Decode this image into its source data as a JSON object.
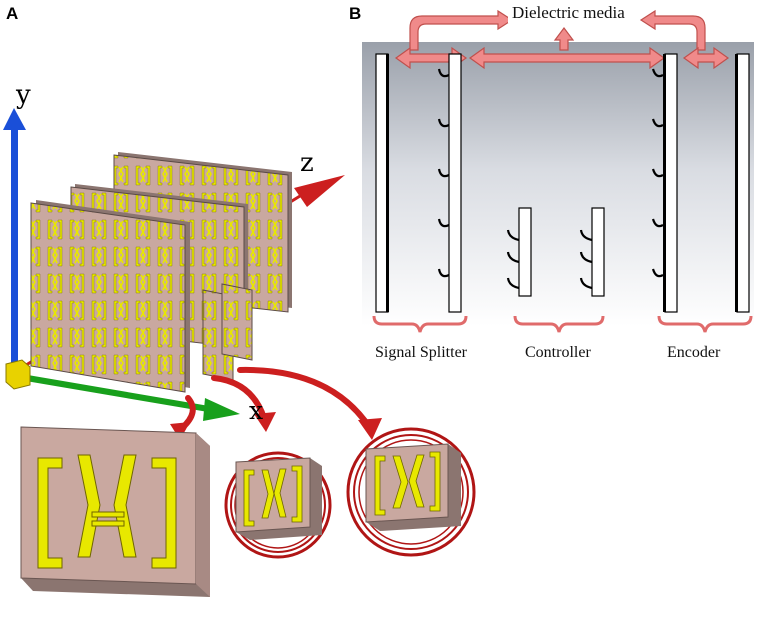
{
  "panels": {
    "a": {
      "letter": "A"
    },
    "b": {
      "letter": "B"
    }
  },
  "axes": {
    "y": "y",
    "z": "z",
    "x": "x"
  },
  "labels": {
    "dielectric": "Dielectric media",
    "signal_splitter": "Signal Splitter",
    "controller": "Controller",
    "encoder": "Encoder"
  },
  "colors": {
    "substrate": "#c9a8a0",
    "resonator": "#e8e800",
    "arrow_red": "#cc1f1f",
    "ring_red": "#b01515",
    "axis_blue": "#1a4fd8",
    "axis_green": "#18a01c",
    "dielectric_arrow": "#f08a8a",
    "bracket": "#e06b6b"
  }
}
